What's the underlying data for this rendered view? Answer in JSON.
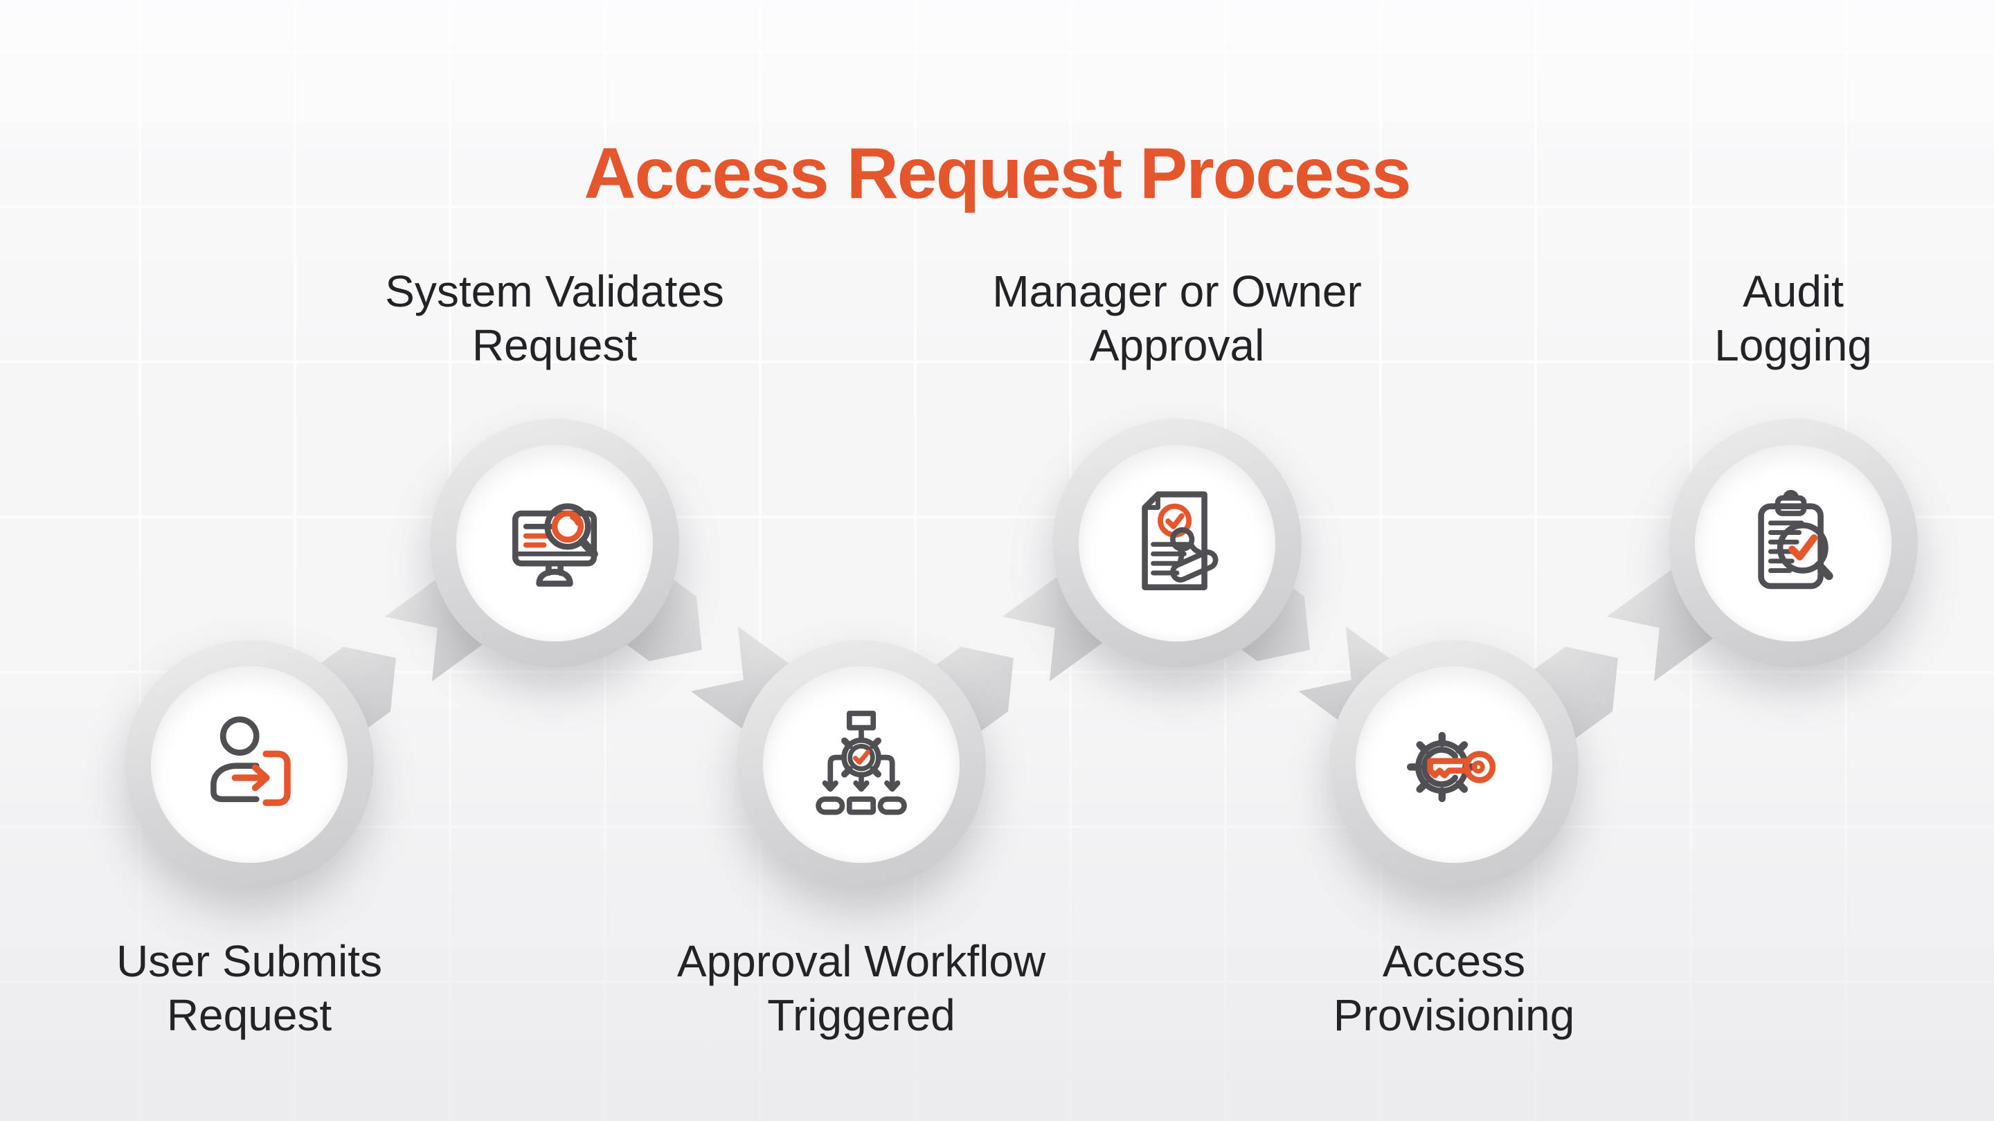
{
  "title": {
    "text": "Access Request Process"
  },
  "colors": {
    "accent_orange": "#E6562D",
    "icon_gray": "#4F4F54",
    "label_text": "#232327",
    "ring_gray": "#D7D7D9",
    "connector_gray": "#D6D6D8",
    "background": "#F6F6F7",
    "grid_line": "#FFFFFF"
  },
  "steps": [
    {
      "index": 1,
      "label": "User Submits Request",
      "icon": "user-login-icon",
      "row": "bottom"
    },
    {
      "index": 2,
      "label": "System Validates Request",
      "icon": "monitor-search-icon",
      "row": "top"
    },
    {
      "index": 3,
      "label": "Approval Workflow Triggered",
      "icon": "workflow-gear-check-icon",
      "row": "bottom"
    },
    {
      "index": 4,
      "label": "Manager or Owner Approval",
      "icon": "document-stamp-approval-icon",
      "row": "top"
    },
    {
      "index": 5,
      "label": "Access Provisioning",
      "icon": "gear-key-icon",
      "row": "bottom"
    },
    {
      "index": 6,
      "label": "Audit Logging",
      "icon": "clipboard-search-check-icon",
      "row": "top"
    }
  ]
}
